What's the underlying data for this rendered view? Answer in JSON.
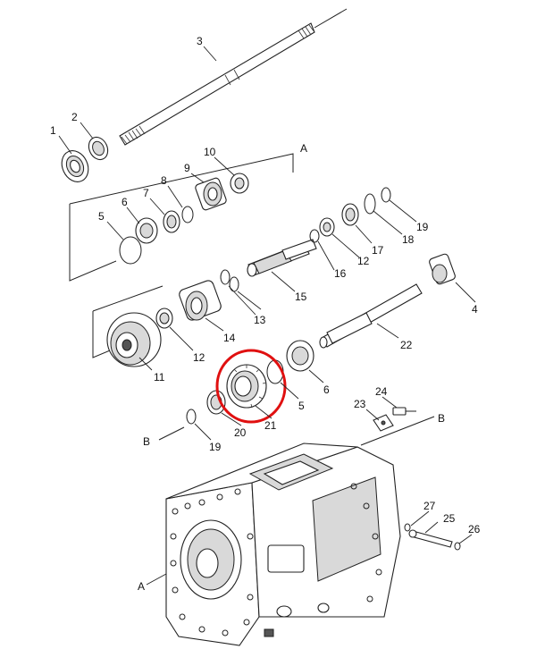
{
  "callouts": [
    {
      "id": "c1",
      "text": "1"
    },
    {
      "id": "c2",
      "text": "2"
    },
    {
      "id": "c3",
      "text": "3"
    },
    {
      "id": "c4",
      "text": "4"
    },
    {
      "id": "c5a",
      "text": "5"
    },
    {
      "id": "c5b",
      "text": "5"
    },
    {
      "id": "c6a",
      "text": "6"
    },
    {
      "id": "c6b",
      "text": "6"
    },
    {
      "id": "c7",
      "text": "7"
    },
    {
      "id": "c8",
      "text": "8"
    },
    {
      "id": "c9",
      "text": "9"
    },
    {
      "id": "c10",
      "text": "10"
    },
    {
      "id": "c11",
      "text": "11"
    },
    {
      "id": "c12a",
      "text": "12"
    },
    {
      "id": "c12b",
      "text": "12"
    },
    {
      "id": "c13",
      "text": "13"
    },
    {
      "id": "c14",
      "text": "14"
    },
    {
      "id": "c15",
      "text": "15"
    },
    {
      "id": "c16",
      "text": "16"
    },
    {
      "id": "c17",
      "text": "17"
    },
    {
      "id": "c18",
      "text": "18"
    },
    {
      "id": "c19a",
      "text": "19"
    },
    {
      "id": "c19b",
      "text": "19"
    },
    {
      "id": "c20",
      "text": "20"
    },
    {
      "id": "c21",
      "text": "21"
    },
    {
      "id": "c22",
      "text": "22"
    },
    {
      "id": "c23",
      "text": "23"
    },
    {
      "id": "c24",
      "text": "24"
    },
    {
      "id": "c25",
      "text": "25"
    },
    {
      "id": "c26",
      "text": "26"
    },
    {
      "id": "c27",
      "text": "27"
    }
  ],
  "refs": [
    {
      "id": "rA1",
      "text": "A"
    },
    {
      "id": "rA2",
      "text": "A"
    },
    {
      "id": "rB1",
      "text": "B"
    },
    {
      "id": "rB2",
      "text": "B"
    }
  ],
  "highlight": {
    "color": "#e01010",
    "part": "21"
  }
}
